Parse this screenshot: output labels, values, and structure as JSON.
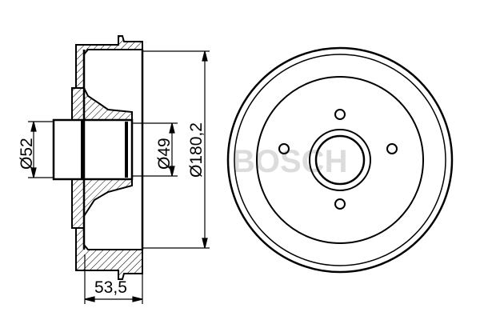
{
  "drawing": {
    "dimensions": {
      "hub_outer": "Ø52",
      "hub_inner": "Ø49",
      "drum_diameter": "Ø180,2",
      "drum_width": "53,5"
    },
    "watermark": "BOSCH",
    "line_color": "#000000"
  }
}
